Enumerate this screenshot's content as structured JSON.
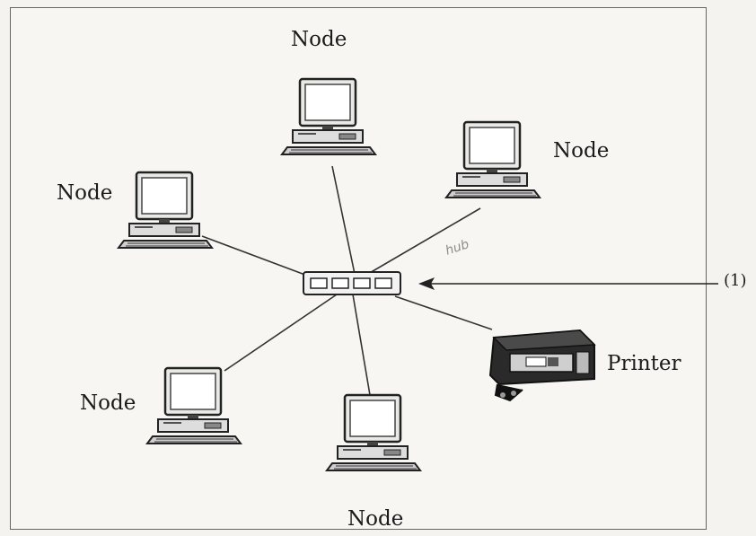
{
  "diagram": {
    "node_labels": [
      "Node",
      "Node",
      "Node",
      "Node",
      "Node"
    ],
    "printer_label": "Printer",
    "callout_label": "(1)",
    "handwritten_note": "hub",
    "icons": [
      "computer-icon",
      "hub-icon",
      "printer-icon"
    ]
  }
}
